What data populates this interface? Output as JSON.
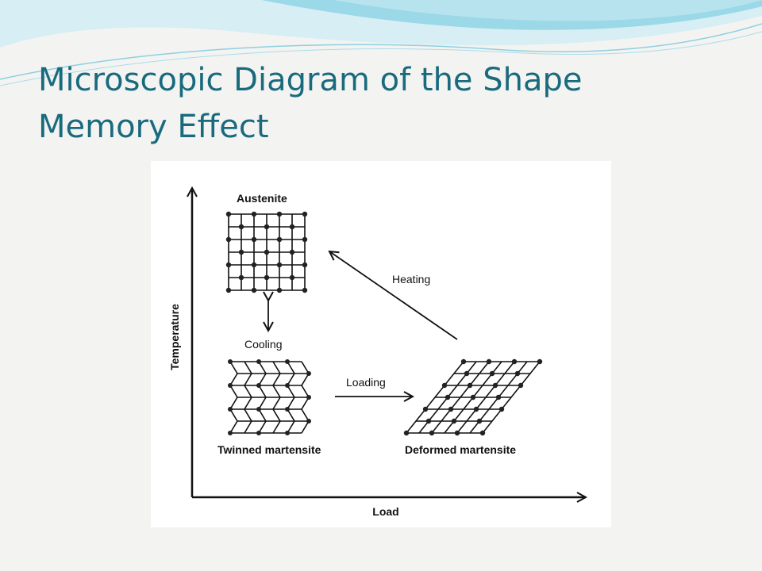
{
  "slide": {
    "title": "Microscopic Diagram of the Shape Memory Effect"
  },
  "diagram": {
    "axes": {
      "y_label": "Temperature",
      "x_label": "Load"
    },
    "phases": {
      "austenite": "Austenite",
      "twinned": "Twinned martensite",
      "deformed": "Deformed martensite"
    },
    "transitions": {
      "cooling": "Cooling",
      "loading": "Loading",
      "heating": "Heating"
    }
  },
  "theme": {
    "title_color": "#1a6a7e",
    "wave_light": "#c7e9f2",
    "wave_mid": "#7fcde0"
  }
}
